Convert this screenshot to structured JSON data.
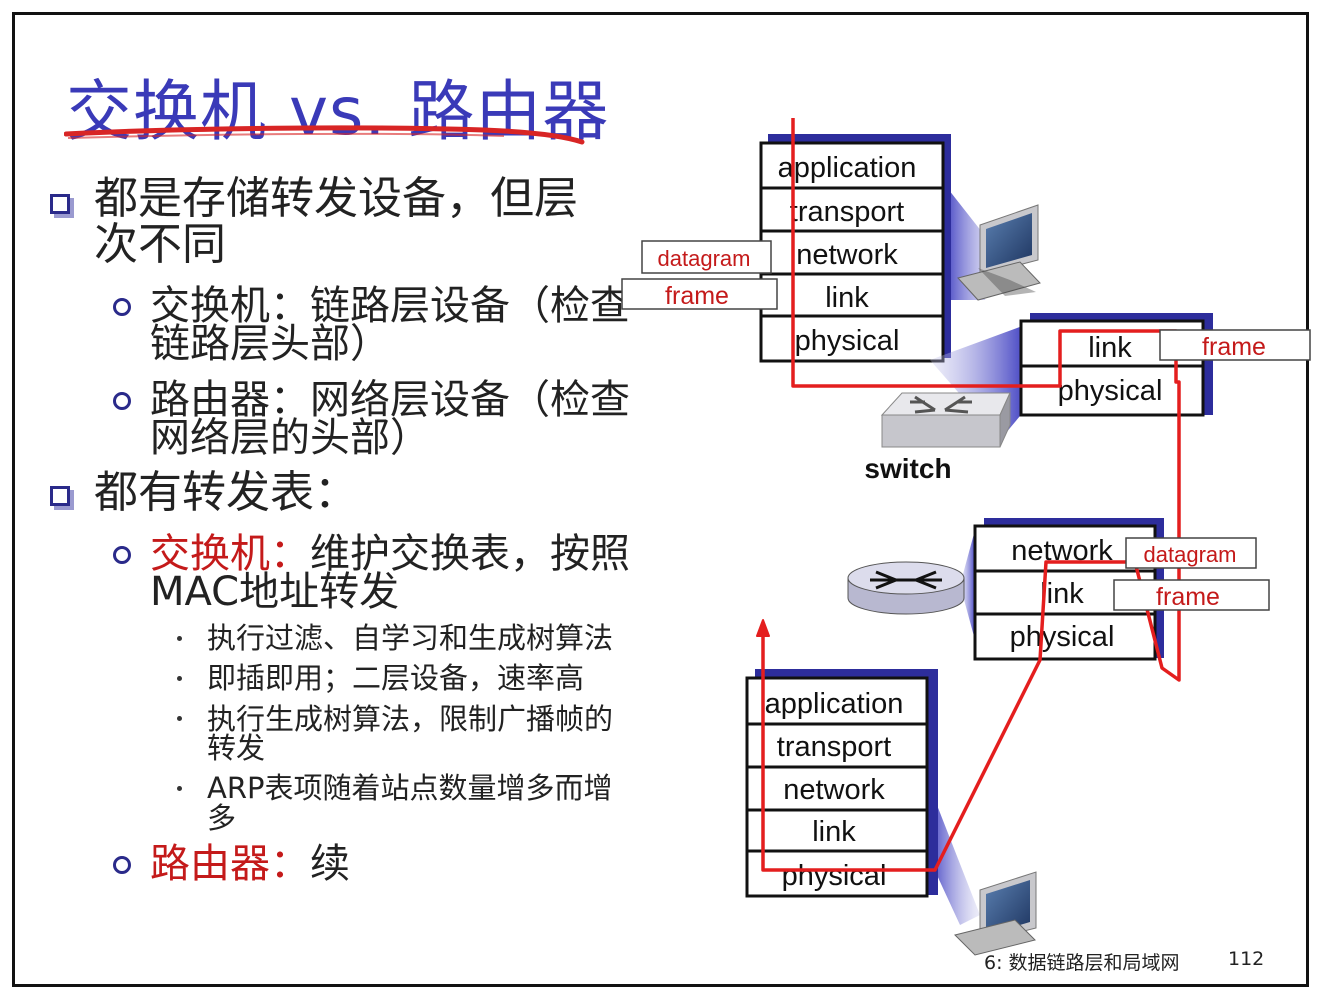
{
  "title": "交换机 vs. 路由器",
  "bullets": {
    "b1_line1": "都是存储转发设备，但层",
    "b1_line2": "次不同",
    "s1_line1": "交换机：链路层设备（检查",
    "s1_line2": "链路层头部）",
    "s2_line1": "路由器：网络层设备（检查",
    "s2_line2": "网络层的头部）",
    "b2": "都有转发表：",
    "s3_red": "交换机：",
    "s3_rest": "维护交换表，按照",
    "s3_line2": "MAC地址转发",
    "t1": "执行过滤、自学习和生成树算法",
    "t2": "即插即用；二层设备，速率高",
    "t3_line1": "执行生成树算法，限制广播帧的",
    "t3_line2": "转发",
    "t4_line1": "ARP表项随着站点数量增多而增",
    "t4_line2": "多",
    "s4_red": "路由器：",
    "s4_rest": "续"
  },
  "diagram": {
    "host_top_stack": [
      "application",
      "transport",
      "network",
      "link",
      "physical"
    ],
    "switch_stack": [
      "link",
      "physical"
    ],
    "router_stack": [
      "network",
      "link",
      "physical"
    ],
    "host_bottom_stack": [
      "application",
      "transport",
      "network",
      "link",
      "physical"
    ],
    "tags": {
      "datagram": "datagram",
      "frame": "frame"
    },
    "switch_label": "switch",
    "colors": {
      "path": "#e41e1e",
      "stack_shadow": "#3535b5",
      "tag_text": "#c41a1a"
    }
  },
  "footer": {
    "chapter": "6: 数据链路层和局域网",
    "page": "112"
  }
}
